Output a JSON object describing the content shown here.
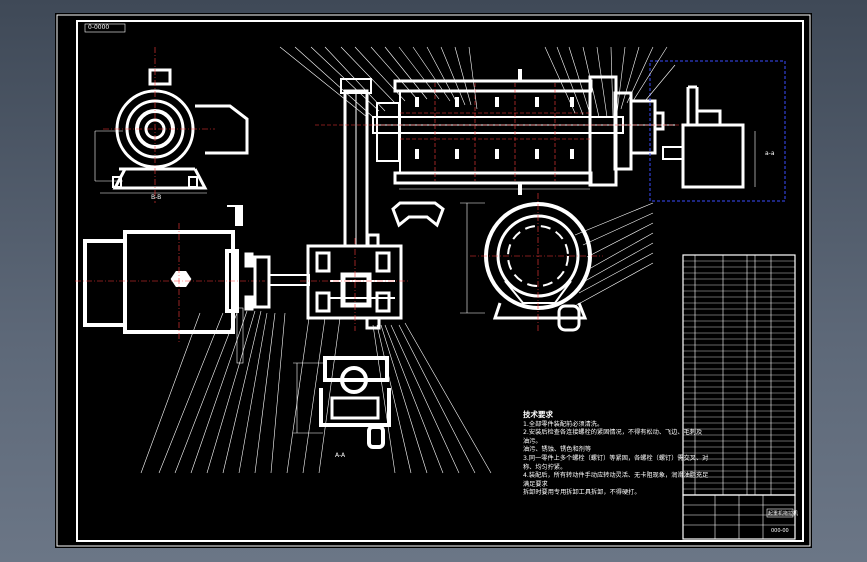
{
  "drawing": {
    "frame_code": "0-0000",
    "view_label_top": "B-B",
    "view_label_bottom": "A-A",
    "view_label_right": "a-a",
    "colors": {
      "background": "#000000",
      "lines": "#ffffff",
      "centerlines": "#ff3b3b",
      "dimensions": "#34e0ea",
      "viewport": "#3a4dff",
      "page": "#5d6878"
    }
  },
  "tech_notes": {
    "title": "技术要求",
    "lines": [
      "1.全部零件装配前必须清洗。",
      "2.安装后检查各连接螺栓的紧固情况，不得有松动、飞边、毛刺及",
      "   油污。",
      "   油污、锈蚀、锈色和剂等",
      "3.同一零件上多个螺栓（螺钉）等紧固，各螺栓（螺钉）需交叉、对",
      "   称、均匀拧紧。",
      "4.装配后，所有转动件手动应转动灵活、无卡阻现象，润滑油脂充足",
      "   满足要求",
      "   拆卸时要用专用拆卸工具拆卸，不得硬打。"
    ]
  },
  "title_block": {
    "drawing_name": "起重机拖拉机",
    "drawing_no": "000-00"
  }
}
